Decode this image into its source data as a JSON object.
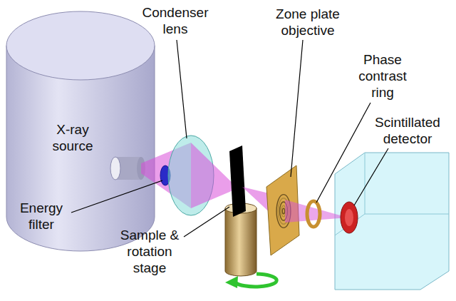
{
  "diagram": {
    "nodes": [
      {
        "text": [
          "X-ray source"
        ]
      }
    ],
    "labels": [
      "Condenser lens",
      "Zone plate objective",
      "Phase contrast ring",
      "Scintillated detector",
      "Energy filter",
      "Sample & rotation stage"
    ]
  }
}
